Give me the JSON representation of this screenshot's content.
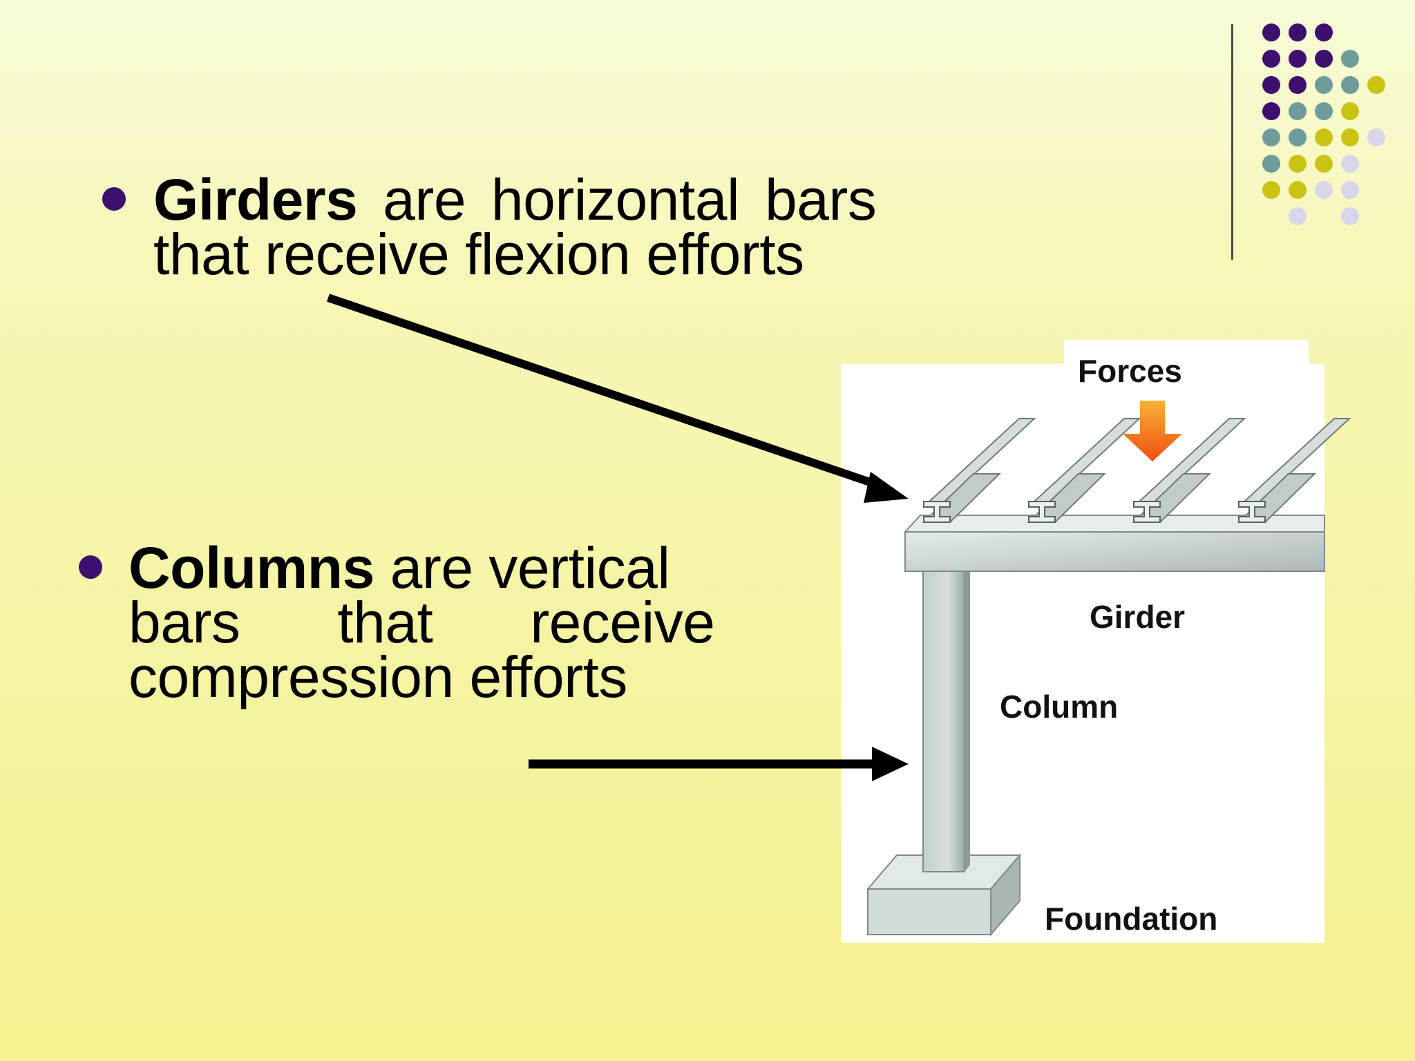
{
  "bullets": [
    {
      "bold": "Girders",
      "rest": " are horizontal bars",
      "line2": "that receive flexion efforts"
    },
    {
      "bold": "Columns",
      "rest": " are vertical",
      "line2": "bars that receive",
      "line3": "compression efforts"
    }
  ],
  "diagram": {
    "labels": {
      "forces": "Forces",
      "girder": "Girder",
      "column": "Column",
      "foundation": "Foundation"
    }
  },
  "colors": {
    "bullet": "#3d0f6e",
    "dot_purple": "#3d0f6e",
    "dot_teal": "#6d9c9b",
    "dot_olive": "#c9c412",
    "dot_lavender": "#d9d6ea",
    "force_arrow": "#f06418",
    "steel": "#c8d2d2"
  }
}
